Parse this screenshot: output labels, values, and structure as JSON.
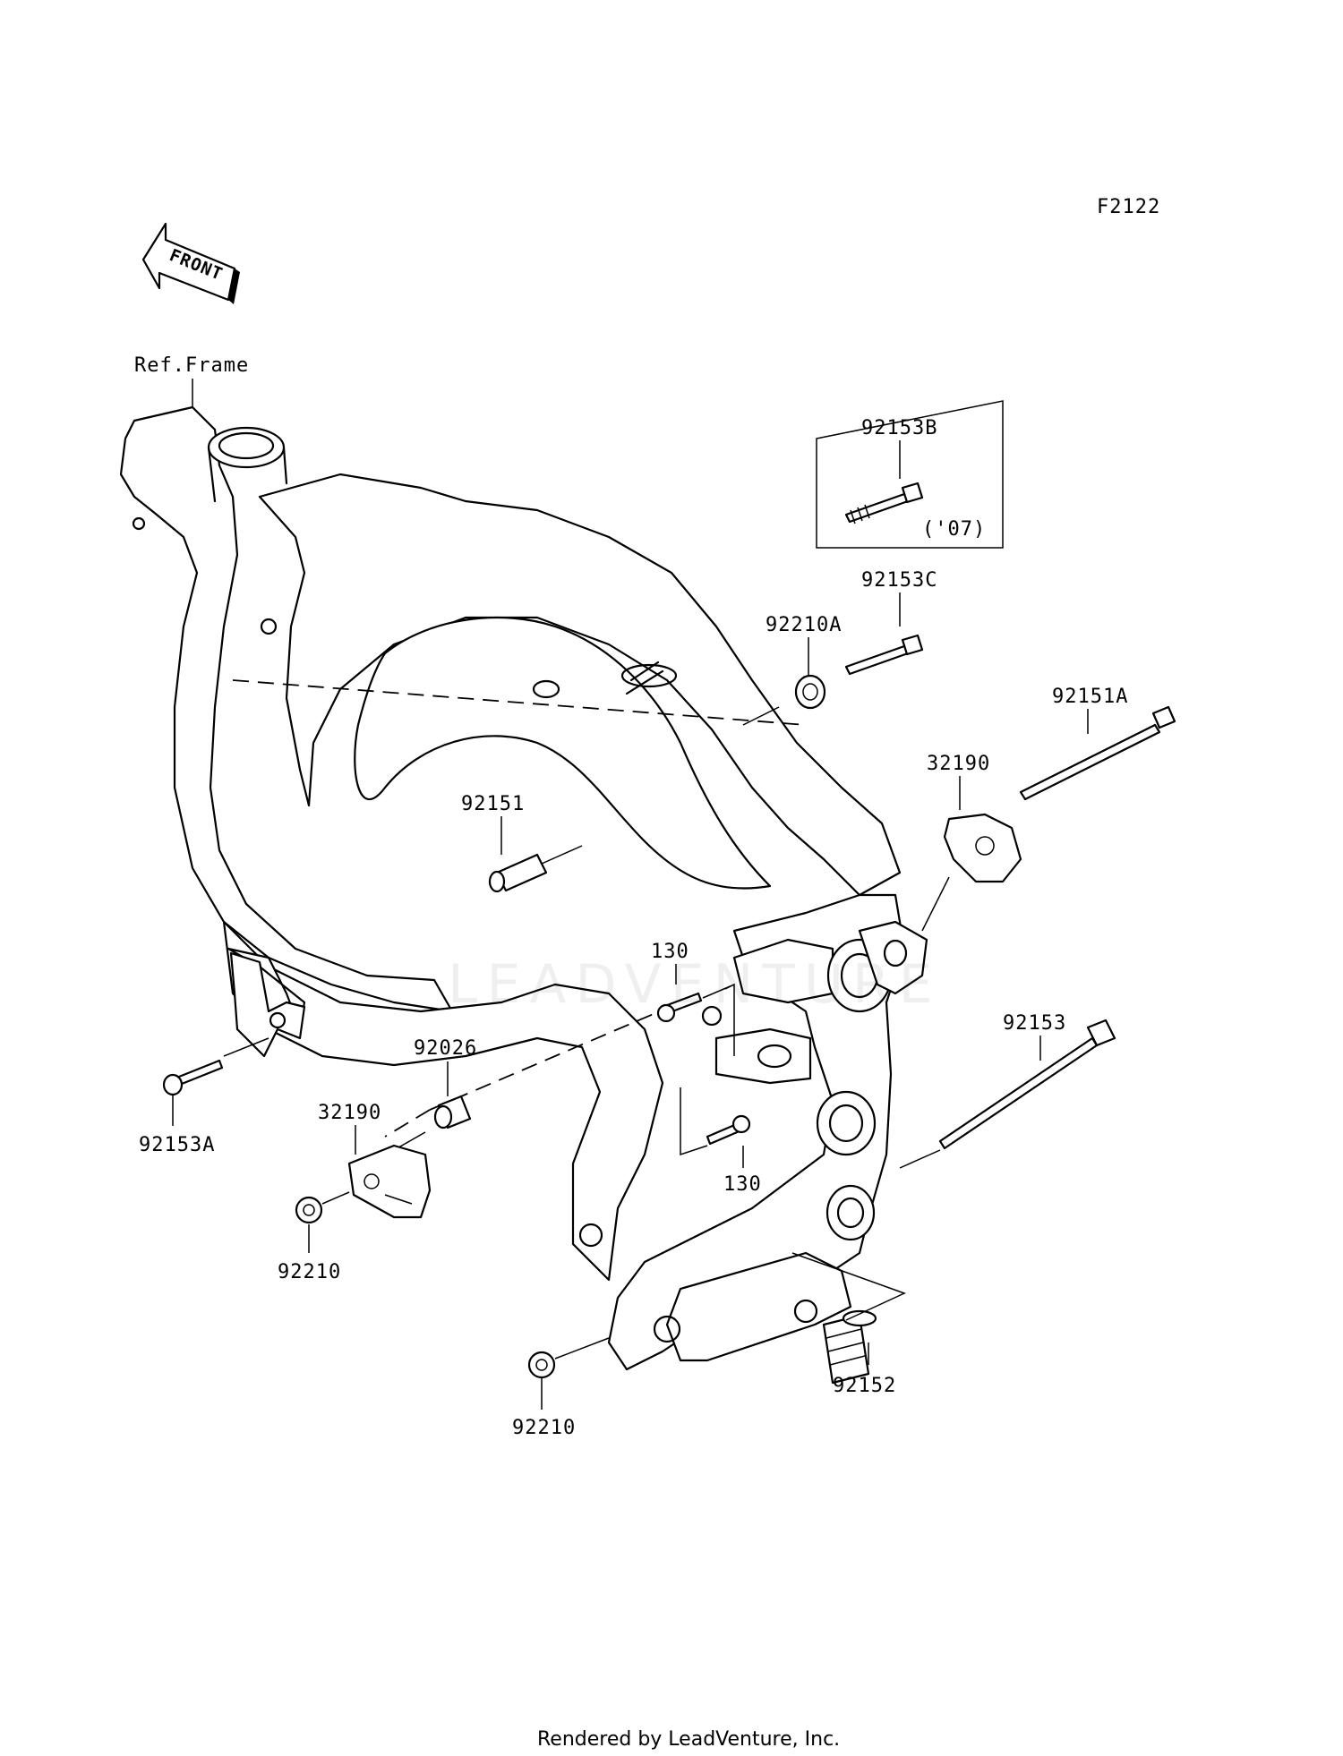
{
  "diagram_code": "F2122",
  "front_label": "FRONT",
  "ref_label": "Ref.Frame",
  "inset_note": "('07)",
  "parts": {
    "p92153B": "92153B",
    "p92153C": "92153C",
    "p92210A": "92210A",
    "p92151A": "92151A",
    "p32190_right": "32190",
    "p92151": "92151",
    "p130_top": "130",
    "p130_bottom": "130",
    "p92153": "92153",
    "p92026": "92026",
    "p32190_left": "32190",
    "p92153A": "92153A",
    "p92210_left": "92210",
    "p92210_bottom": "92210",
    "p92152": "92152"
  },
  "watermark": "LEADVENTURE",
  "footer": "Rendered by LeadVenture, Inc."
}
